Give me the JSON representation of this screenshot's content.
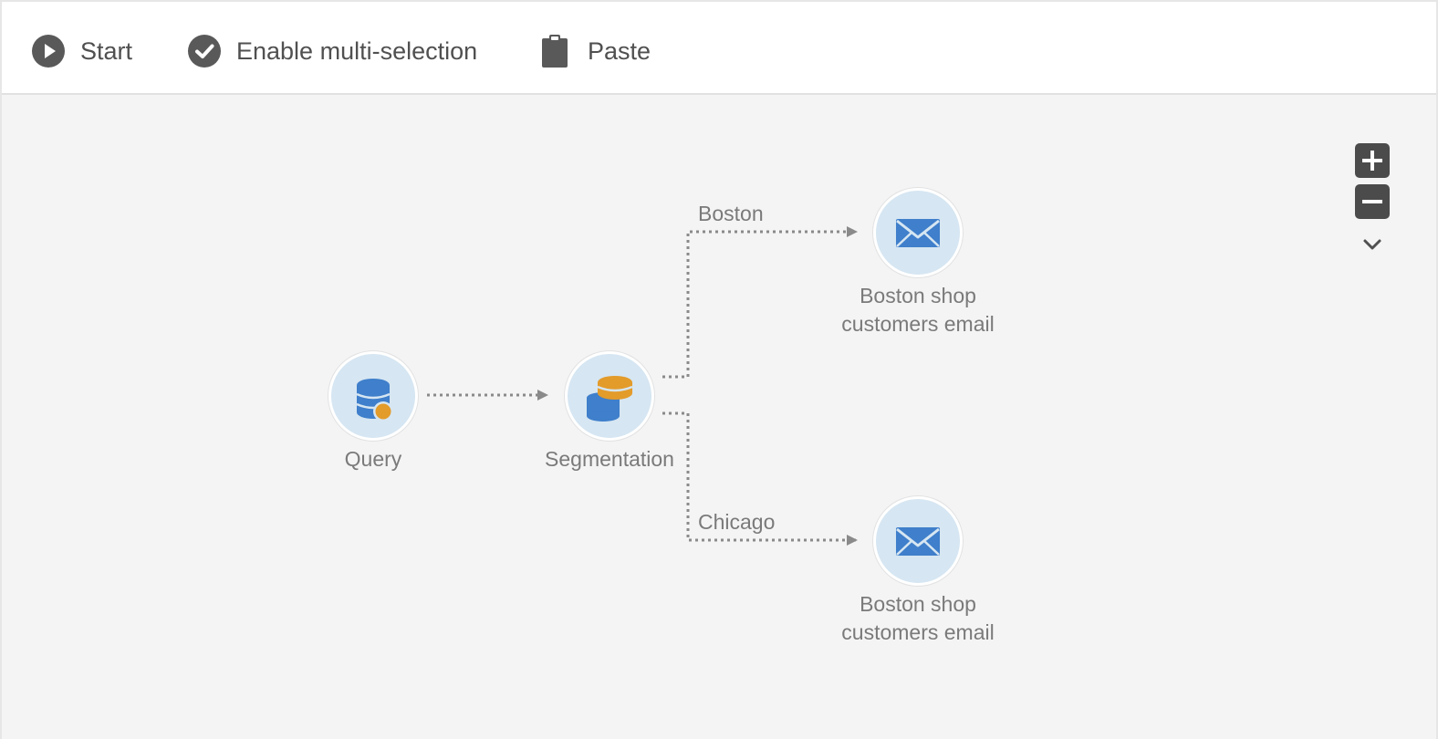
{
  "toolbar": {
    "start_label": "Start",
    "multi_select_label": "Enable multi-selection",
    "paste_label": "Paste",
    "icons": [
      "play-icon",
      "checkmark-icon",
      "clipboard-icon"
    ]
  },
  "workflow": {
    "nodes": {
      "query": {
        "label": "Query",
        "icon": "database-query-icon"
      },
      "segmentation": {
        "label": "Segmentation",
        "icon": "segmentation-icon"
      },
      "email_boston": {
        "label": "Boston shop customers email",
        "icon": "envelope-icon"
      },
      "email_chicago": {
        "label": "Boston shop customers email",
        "icon": "envelope-icon"
      }
    },
    "edges": {
      "boston": "Boston",
      "chicago": "Chicago"
    }
  },
  "zoom": {
    "icons": [
      "zoom-in-icon",
      "zoom-out-icon",
      "chevron-down-icon"
    ]
  },
  "colors": {
    "node_fill": "#d6e6f2",
    "icon_blue": "#3f7fcb",
    "icon_orange": "#e39b2a",
    "wire": "#8a8a8a",
    "canvas_bg": "#f4f4f4"
  }
}
